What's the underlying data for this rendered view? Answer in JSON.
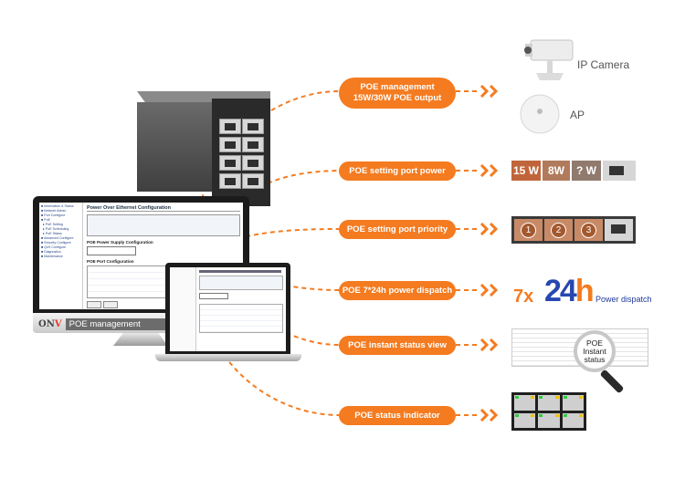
{
  "features": [
    {
      "id": "poe-management",
      "lines": [
        "POE management",
        "15W/30W POE output"
      ]
    },
    {
      "id": "poe-port-power",
      "label": "POE setting port power"
    },
    {
      "id": "poe-port-priority",
      "label": "POE setting port priority"
    },
    {
      "id": "poe-power-dispatch",
      "label": "POE 7*24h  power dispatch"
    },
    {
      "id": "poe-instant-status",
      "label": "POE instant status view"
    },
    {
      "id": "poe-status-indicator",
      "label": "POE status indicator"
    }
  ],
  "devices": {
    "camera_label": "IP Camera",
    "ap_label": "AP"
  },
  "port_power": [
    "15 W",
    "8W",
    "? W"
  ],
  "port_priority": [
    "1",
    "2",
    "3"
  ],
  "dispatch": {
    "prefix": "7x",
    "big_digits": "24",
    "big_suffix": "h",
    "caption": "Power dispatch"
  },
  "status_lens": [
    "POE",
    "Instant status"
  ],
  "monitor": {
    "brand": "ONV",
    "caption": "POE management",
    "screen_title": "Power Over Ethernet Configuration",
    "screen_sub1": "POE Power Supply Configuration",
    "screen_sub2": "POE Port Configuration"
  },
  "colors": {
    "accent": "#f47b20",
    "dispatch_blue": "#2747b0",
    "dashed_line": "#f47b20"
  }
}
